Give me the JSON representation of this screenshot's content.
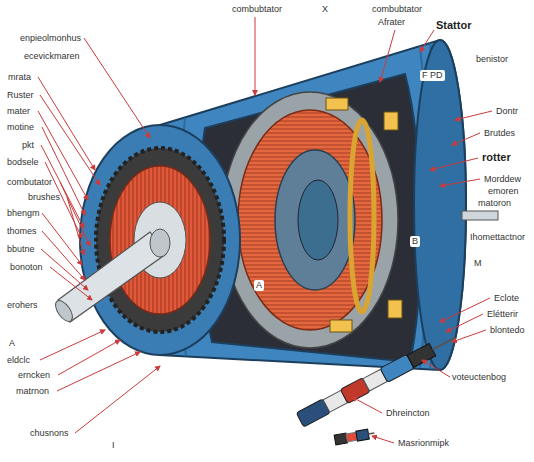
{
  "diagram": {
    "labels": [
      "combubtator",
      "X",
      "combubtator",
      "Afrater",
      "Stattor",
      "benistor",
      "enpieolmonhus",
      "ecevickmaren",
      "mrata",
      "Ruster",
      "mater",
      "motine",
      "pkt",
      "bodsele",
      "combutator",
      "brushes",
      "bhengm",
      "thomes",
      "bbutne",
      "bonoton",
      "erohers",
      "A",
      "eldclc",
      "erncken",
      "matrnon",
      "chusnons",
      "I",
      "Dontr",
      "Brutdes",
      "rotter",
      "Morddew",
      "emoren",
      "matoron",
      "Ihomettactnor",
      "M",
      "Eclote",
      "Elétterir",
      "blontedo",
      "voteuctenbog",
      "Dhreincton",
      "Masrionmipk",
      "A",
      "B",
      "F PD"
    ]
  }
}
